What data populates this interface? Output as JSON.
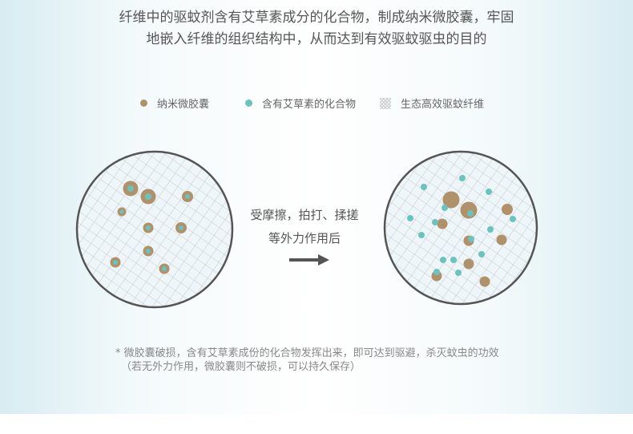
{
  "heading": {
    "line1": "纤维中的驱蚊剂含有艾草素成分的化合物，制成纳米微胶囊，牢固",
    "line2": "地嵌入纤维的组织结构中，从而达到有效驱蚊驱虫的目的"
  },
  "legend": {
    "item1": "纳米微胶囊",
    "item2": "含有艾草素的化合物",
    "item3": "生态高效驱蚊纤维"
  },
  "colors": {
    "capsule": "#b0916a",
    "compound": "#6bc3bd",
    "circle_border": "#555555",
    "arrow": "#555555"
  },
  "process": {
    "line1": "受摩擦，拍打、揉搓",
    "line2": "等外力作用后"
  },
  "footnote": {
    "line1": "* 微胶囊破损，含有艾草素成份的化合物发挥出来，即可达到驱避，杀灭蚊虫的功效",
    "line2": "（若无外力作用，微胶囊则不破损，可以持久保存）"
  }
}
